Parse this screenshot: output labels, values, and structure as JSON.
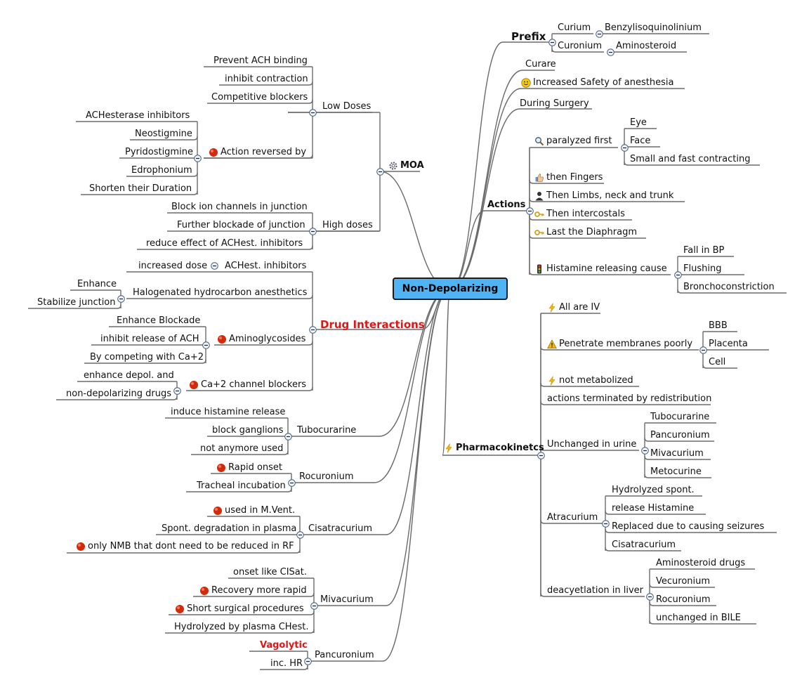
{
  "root": "Non-Depolarizing",
  "moa": {
    "label": "MOA",
    "low_doses": {
      "label": "Low Doses",
      "items": [
        "Prevent ACH binding",
        "inhibit contraction",
        "Competitive blockers"
      ],
      "action_reversed": {
        "label": "Action reversed by",
        "items": [
          "ACHesterase inhibitors",
          "Neostigmine",
          "Pyridostigmine",
          "Edrophonium",
          "Shorten their Duration"
        ]
      }
    },
    "high_doses": {
      "label": "High doses",
      "items": [
        "Block ion channels in junction",
        "Further blockade of junction",
        "reduce effect of ACHest. inhibitors"
      ]
    }
  },
  "drug_interactions": {
    "label": "Drug Interactions",
    "achest": {
      "label": "ACHest. inhibitors",
      "child": "increased dose"
    },
    "halogenated": {
      "label": "Halogenated hydrocarbon anesthetics",
      "children": [
        "Enhance",
        "Stabilize junction"
      ]
    },
    "aminoglycosides": {
      "label": "Aminoglycosides",
      "children": [
        "Enhance Blockade",
        "inhibit release of ACH",
        "By competing with Ca+2"
      ]
    },
    "ca_blockers": {
      "label": "Ca+2 channel blockers",
      "children": [
        "enhance depol. and",
        "non-depolarizing drugs"
      ]
    }
  },
  "tubocurarine": {
    "label": "Tubocurarine",
    "items": [
      "induce histamine release",
      "block ganglions",
      "not anymore used"
    ]
  },
  "rocuronium": {
    "label": "Rocuronium",
    "items": [
      "Rapid onset",
      "Tracheal incubation"
    ]
  },
  "cisatracurium": {
    "label": "Cisatracurium",
    "items": [
      "used in M.Vent.",
      "Spont. degradation in plasma",
      "only NMB that dont need to be reduced in RF"
    ]
  },
  "mivacurium": {
    "label": "Mivacurium",
    "items": [
      "onset like CISat.",
      "Recovery more rapid",
      "Short surgical procedures",
      "Hydrolyzed by plasma CHest."
    ]
  },
  "pancuronium": {
    "label": "Pancuronium",
    "items": [
      "Vagolytic",
      "inc. HR"
    ]
  },
  "prefix": {
    "label": "Prefix",
    "curium": {
      "label": "Curium",
      "child": "Benzylisoquinolinium"
    },
    "curonium": {
      "label": "Curonium",
      "child": "Aminosteroid"
    }
  },
  "curare": "Curare",
  "increased_safety": "Increased Safety of anesthesia",
  "during_surgery": "During Surgery",
  "actions": {
    "label": "Actions",
    "paralyzed_first": {
      "label": "paralyzed first",
      "items": [
        "Eye",
        "Face",
        "Small and fast contracting"
      ]
    },
    "then_fingers": "then Fingers",
    "then_limbs": "Then Limbs, neck and trunk",
    "then_intercostals": "Then intercostals",
    "last_diaphragm": "Last the Diaphragm",
    "histamine": {
      "label": "Histamine releasing cause",
      "items": [
        "Fall in BP",
        "Flushing",
        "Bronchoconstriction"
      ]
    }
  },
  "pharmacokinetics": {
    "label": "Pharmacokinetcs",
    "all_iv": "All are IV",
    "penetrate": {
      "label": "Penetrate membranes poorly",
      "items": [
        "BBB",
        "Placenta",
        "Cell"
      ]
    },
    "not_metabolized": "not metabolized",
    "redistribution": "actions terminated by redistribution",
    "urine": {
      "label": "Unchanged in urine",
      "items": [
        "Tubocurarine",
        "Pancuronium",
        "Mivacurium",
        "Metocurine"
      ]
    },
    "atracurium": {
      "label": "Atracurium",
      "items": [
        "Hydrolyzed spont.",
        "release Histamine",
        "Replaced due to causing seizures",
        "Cisatracurium"
      ]
    },
    "liver": {
      "label": "deacyetlation in liver",
      "items": [
        "Aminosteroid drugs",
        "Vecuronium",
        "Rocuronium",
        "unchanged in BILE"
      ]
    }
  },
  "colors": {
    "root_fill": "#4fb3f4",
    "accent_red": "#e01616",
    "line": "#6b6b6b",
    "bullet": "#d42a0c"
  }
}
